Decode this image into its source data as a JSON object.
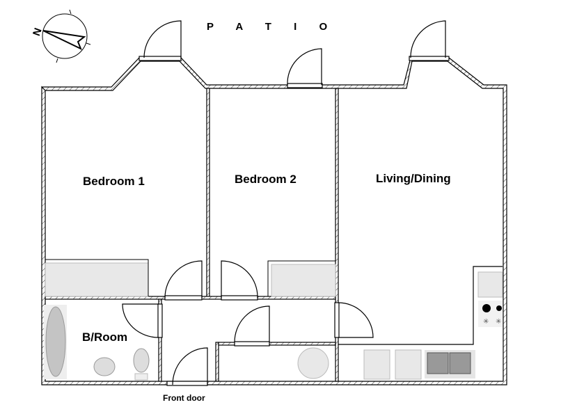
{
  "labels": {
    "patio": "P A T I O",
    "bedroom1": "Bedroom 1",
    "bedroom2": "Bedroom 2",
    "living": "Living/Dining",
    "bathroom": "B/Room",
    "front_door": "Front door"
  },
  "compass": {
    "icon": "north-arrow-icon",
    "letter": "N"
  },
  "colors": {
    "wall": "#000000",
    "fixture": "#e8e8e8",
    "sink": "#999999"
  }
}
